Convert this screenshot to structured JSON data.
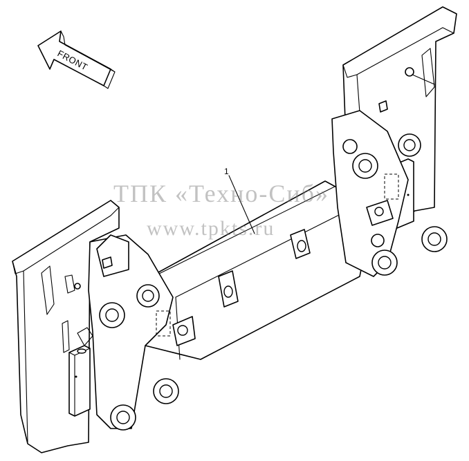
{
  "direction_arrow": {
    "label": "FRONT"
  },
  "callout": {
    "label": "1"
  },
  "watermark": {
    "title": "ТПК «Техно-Сиб»",
    "url": "www.tpkts.ru"
  }
}
